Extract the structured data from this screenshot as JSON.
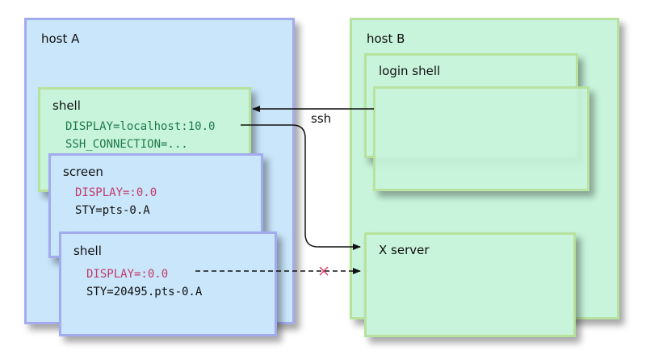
{
  "host_a": {
    "label": "host A",
    "shell1": {
      "label": "shell",
      "display": "DISPLAY=localhost:10.0",
      "ssh_connection": "SSH_CONNECTION=..."
    },
    "screen": {
      "label": "screen",
      "display": "DISPLAY=:0.0",
      "sty": "STY=pts-0.A"
    },
    "shell2": {
      "label": "shell",
      "display": "DISPLAY=:0.0",
      "sty": "STY=20495.pts-0.A"
    }
  },
  "host_b": {
    "label": "host B",
    "login_shell": {
      "label": "login shell"
    },
    "x_server": {
      "label": "X server"
    }
  },
  "ssh_label": "ssh",
  "colors": {
    "host_fill_a": "#c9e6fb",
    "host_border_a": "#a3abee",
    "host_fill_b": "#c7f4da",
    "host_border_b": "#b7e29d",
    "env_green": "#1f7a4c",
    "env_red": "#c23a6a",
    "cross": "#d9406a"
  }
}
